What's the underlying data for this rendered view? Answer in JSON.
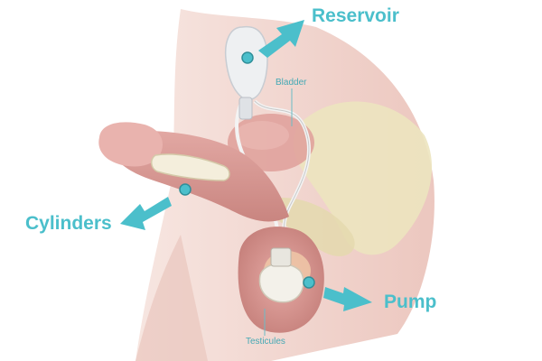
{
  "labels": {
    "reservoir": "Reservoir",
    "bladder": "Bladder",
    "cylinders": "Cylinders",
    "pump": "Pump",
    "testicules": "Testicules"
  },
  "colors": {
    "accent": "#4bbfcb",
    "skin": "#f2d8d2",
    "pink": "#d99a97",
    "bone": "#ece4bf",
    "device": "#eef0f2"
  }
}
